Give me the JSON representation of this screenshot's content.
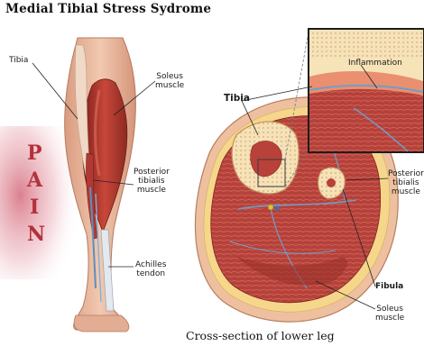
{
  "title": "Medial Tibial Stress Sydrome",
  "pain_letters": [
    "P",
    "A",
    "I",
    "N"
  ],
  "labels": {
    "tibia_left": "Tibia",
    "soleus_left": "Soleus\nmuscle",
    "posterior_tibialis_left": "Posterior\ntibialis\nmuscle",
    "achilles": "Achilles\ntendon",
    "tibia_right": "Tibia",
    "inflammation": "Inflammation",
    "posterior_tibialis_right": "Posterior\ntibialis\nmuscle",
    "fibula": "Fibula",
    "soleus_right": "Soleus\nmuscle"
  },
  "caption": "Cross-section of lower leg",
  "colors": {
    "muscle": "#b5413b",
    "muscle_dark": "#8a2a26",
    "bone": "#f3dfb0",
    "skin": "#e9b79a",
    "pain": "#b3313b",
    "vessel": "#5a8fc0"
  }
}
